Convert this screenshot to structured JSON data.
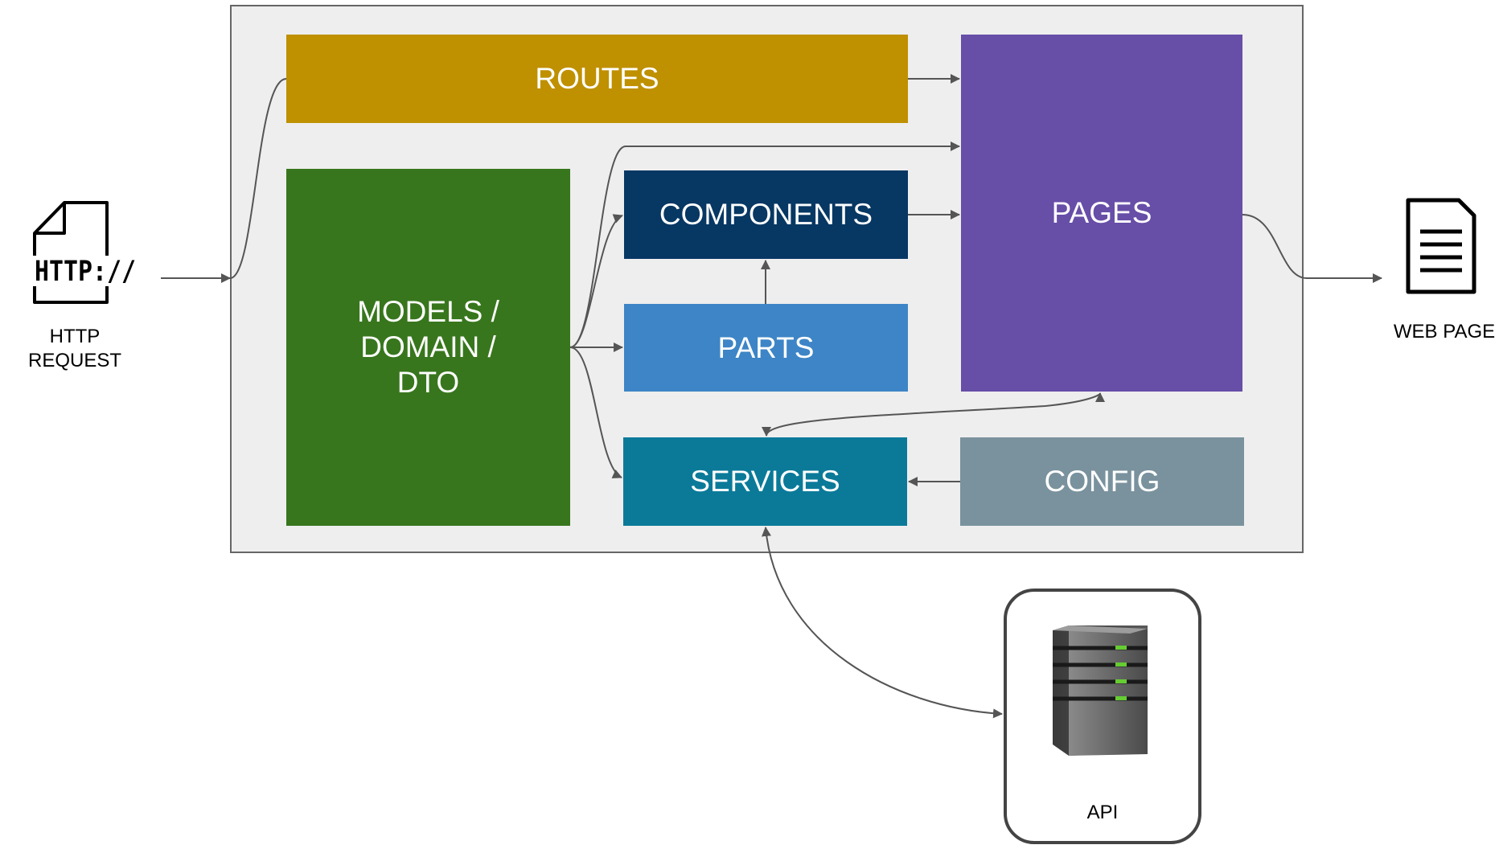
{
  "diagram": {
    "boxes": {
      "routes": "ROUTES",
      "pages": "PAGES",
      "components": "COMPONENTS",
      "parts": "PARTS",
      "services": "SERVICES",
      "config": "CONFIG",
      "models_lines": [
        "MODELS /",
        "DOMAIN /",
        "DTO"
      ]
    },
    "external": {
      "http_request_lines": [
        "HTTP",
        "REQUEST"
      ],
      "web_page": "WEB PAGE",
      "api": "API"
    },
    "icons": {
      "http": "http-file-icon",
      "web_page": "document-icon",
      "api": "server-icon"
    },
    "colors": {
      "routes": "#bf9000",
      "pages": "#674ea7",
      "components": "#073763",
      "parts": "#3d85c6",
      "services": "#0b7a99",
      "config": "#7a929e",
      "models": "#38761d",
      "frame": "#eeeeee"
    }
  }
}
